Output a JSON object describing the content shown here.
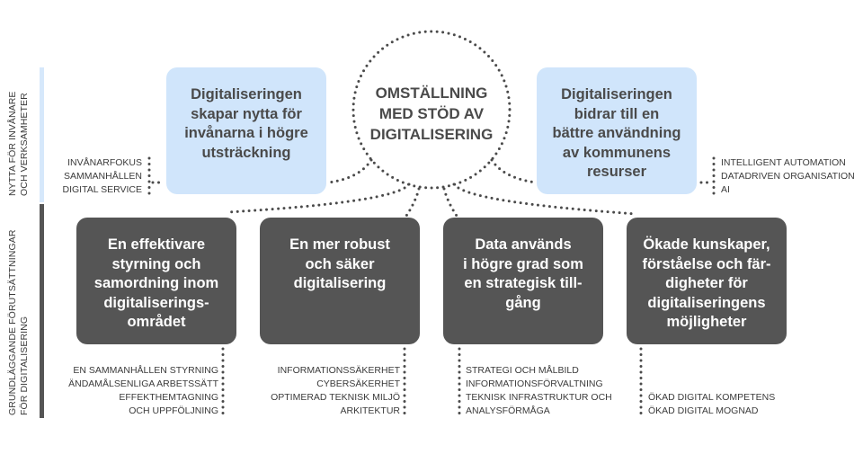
{
  "side_labels": {
    "top": [
      "NYTTA FÖR INVÅNARE",
      "OCH VERKSAMHETER"
    ],
    "bottom": [
      "GRUNDLÄGGANDE FÖRUTSÄTTNINGAR",
      "FÖR DIGITALISERING"
    ]
  },
  "center": {
    "text": "OMSTÄLLNING\nMED STÖD AV\nDIGITALISERING"
  },
  "benefit_boxes": [
    {
      "text": "Digitaliseringen\nskapar nytta för\ninvånarna i högre\nutsträckning",
      "items": [
        "INVÅNARFOKUS",
        "SAMMANHÅLLEN",
        "DIGITAL SERVICE"
      ]
    },
    {
      "text": "Digitaliseringen\nbidrar till en\nbättre användning\nav kommunens\nresurser",
      "items": [
        "INTELLIGENT AUTOMATION",
        "DATADRIVEN ORGANISATION",
        "AI"
      ]
    }
  ],
  "foundation_boxes": [
    {
      "text": "En effektivare\nstyrning och\nsamordning inom\ndigitaliserings-\nområdet",
      "items": [
        "EN SAMMANHÅLLEN STYRNING",
        "ÄNDAMÅLSENLIGA ARBETSSÄTT",
        "EFFEKTHEMTAGNING",
        "OCH UPPFÖLJNING"
      ]
    },
    {
      "text": "En mer robust\noch säker\ndigitalisering",
      "items": [
        "INFORMATIONSSÄKERHET",
        "CYBERSÄKERHET",
        "OPTIMERAD TEKNISK MILJÖ",
        "ARKITEKTUR"
      ]
    },
    {
      "text": "Data används\ni högre grad som\nen strategisk till-\ngång",
      "items": [
        "STRATEGI OCH MÅLBILD",
        "INFORMATIONSFÖRVALTNING",
        "TEKNISK INFRASTRUKTUR OCH",
        "ANALYSFÖRMÅGA"
      ]
    },
    {
      "text": "Ökade kunskaper,\nförståelse och fär-\ndigheter för\ndigitaliseringens\nmöjligheter",
      "items": [
        "ÖKAD DIGITAL KOMPETENS",
        "ÖKAD DIGITAL MOGNAD"
      ]
    }
  ],
  "colors": {
    "light_box": "#d0e5fb",
    "dark_box": "#555555",
    "dots": "#4a4a4a",
    "text": "#4a4a4a"
  }
}
